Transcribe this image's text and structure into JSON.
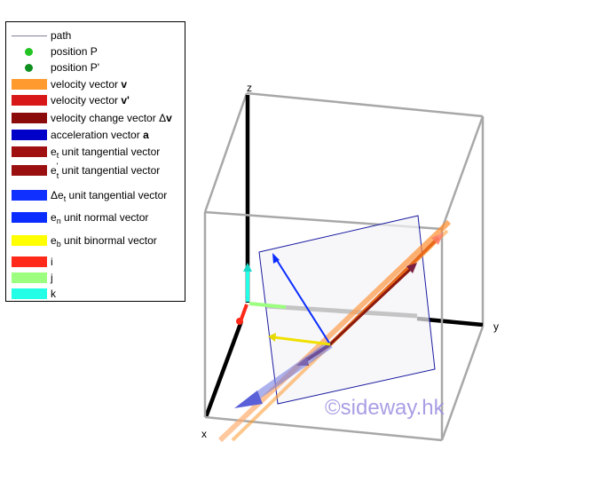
{
  "legend": {
    "items": [
      {
        "text": "path",
        "color": "#7f7f9a",
        "swatch": "line"
      },
      {
        "text": "position P",
        "color": "#22c322",
        "swatch": "dot"
      },
      {
        "text": "position P'",
        "color": "#0f8f1f",
        "swatch": "dot"
      },
      {
        "text": "velocity vector ",
        "bold": "v",
        "color": "#ff9a2e",
        "swatch": "bar"
      },
      {
        "text": "velocity vector ",
        "bold": "v'",
        "color": "#d81818",
        "swatch": "bar"
      },
      {
        "text": "velocity change vector Δ",
        "bold": "v",
        "color": "#8b0a0a",
        "swatch": "bar"
      },
      {
        "text": "acceleration vector ",
        "bold": "a",
        "color": "#0000c8",
        "swatch": "bar"
      },
      {
        "pre": "e",
        "sub": "t",
        "text": " unit tangential vector",
        "color": "#a01010",
        "swatch": "bar"
      },
      {
        "pre": "e",
        "sub": "t",
        "sup": "'",
        "text": " unit tangential vector",
        "color": "#9a0f0f",
        "swatch": "bar"
      },
      {
        "pre": "Δe",
        "sub": "t",
        "text": " unit tangential vector",
        "color": "#1030ff",
        "swatch": "bar"
      },
      {
        "pre": "e",
        "sub": "n",
        "text": " unit normal vector",
        "color": "#0a2cff",
        "swatch": "bar"
      },
      {
        "pre": "e",
        "sub": "b",
        "text": " unit binormal vector",
        "color": "#ffff00",
        "swatch": "bar"
      },
      {
        "text": "i",
        "color": "#ff2a1a",
        "swatch": "bar"
      },
      {
        "text": "j",
        "color": "#9dff80",
        "swatch": "bar"
      },
      {
        "text": "k",
        "color": "#22ffe6",
        "swatch": "bar"
      }
    ]
  },
  "axes": {
    "x": "x",
    "y": "y",
    "z": "z"
  },
  "watermark": "©sideway.hk"
}
